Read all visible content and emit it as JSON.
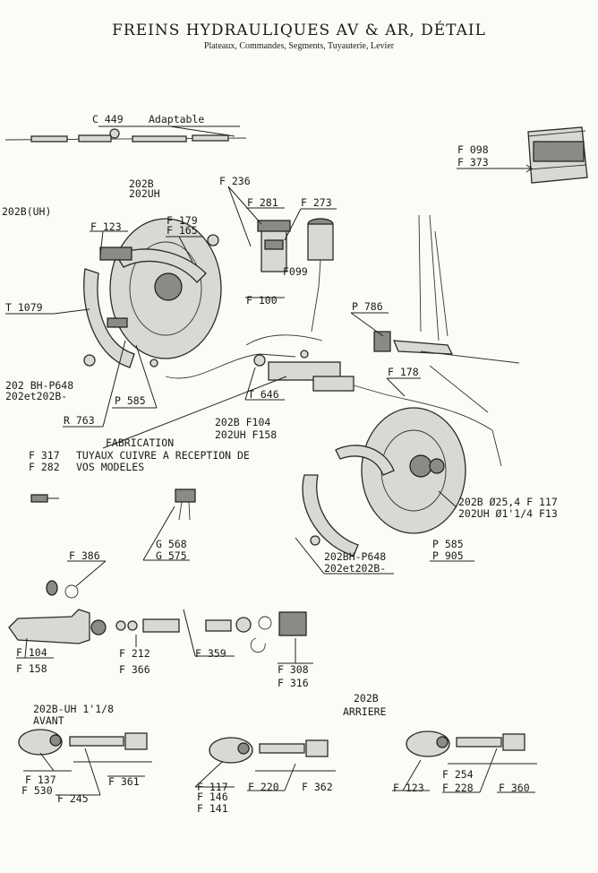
{
  "header": {
    "title": "FREINS HYDRAULIQUES AV & AR, DÉTAIL",
    "subtitle": "Plateaux, Commandes, Segments, Tuyauterie, Levier"
  },
  "labels": {
    "c449": "C 449",
    "adaptable": "Adaptable",
    "f098": "F 098",
    "f373": "F 373",
    "m202b_top": "202B",
    "m202uh_top": "202UH",
    "m202b_uh": "202B(UH)",
    "f236": "F 236",
    "f281": "F 281",
    "f273": "F 273",
    "f179": "F 179",
    "f165": "F 165",
    "f123_top": "F 123",
    "f099": "F099",
    "f100": "F 100",
    "t1079": "T 1079",
    "p786": "P 786",
    "f178": "F 178",
    "bh_p648_l1": "202 BH-P648",
    "bh_p648_l2": "202et202B-",
    "p585_top": "P 585",
    "t646": "T 646",
    "r763": "R 763",
    "m202b_f104": "202B  F104",
    "m202uh_f158": "202UH F158",
    "fabrication": "FABRICATION",
    "f317": "F 317",
    "f282": "F 282",
    "tuyaux_l1": "TUYAUX CUIVRE A RECEPTION DE",
    "tuyaux_l2": "VOS MODELES",
    "rear_spec_l1": "202B Ø25,4 F 117",
    "rear_spec_l2": "202UH Ø1'1/4 F13",
    "g568": "G 568",
    "g575": "G 575",
    "p585_r": "P 585",
    "p905": "P 905",
    "bh_p648_r1": "202BH-P648",
    "bh_p648_r2": "202et202B-",
    "f386": "F 386",
    "f104": "F 104",
    "f158": "F 158",
    "f212": "F 212",
    "f366": "F 366",
    "f359": "F 359",
    "f308": "F 308",
    "f316": "F 316",
    "avant_l1": "202B-UH 1'1/8",
    "avant_l2": "AVANT",
    "arriere_l1": "202B",
    "arriere_l2": "ARRIERE",
    "f137": "F 137",
    "f530": "F 530",
    "f245": "F 245",
    "f361": "F 361",
    "f117": "F 117",
    "f146": "F 146",
    "f141": "F 141",
    "f220": "F 220",
    "f362": "F 362",
    "f123_b": "F 123",
    "f254": "F 254",
    "f228": "F 228",
    "f360": "F 360"
  }
}
